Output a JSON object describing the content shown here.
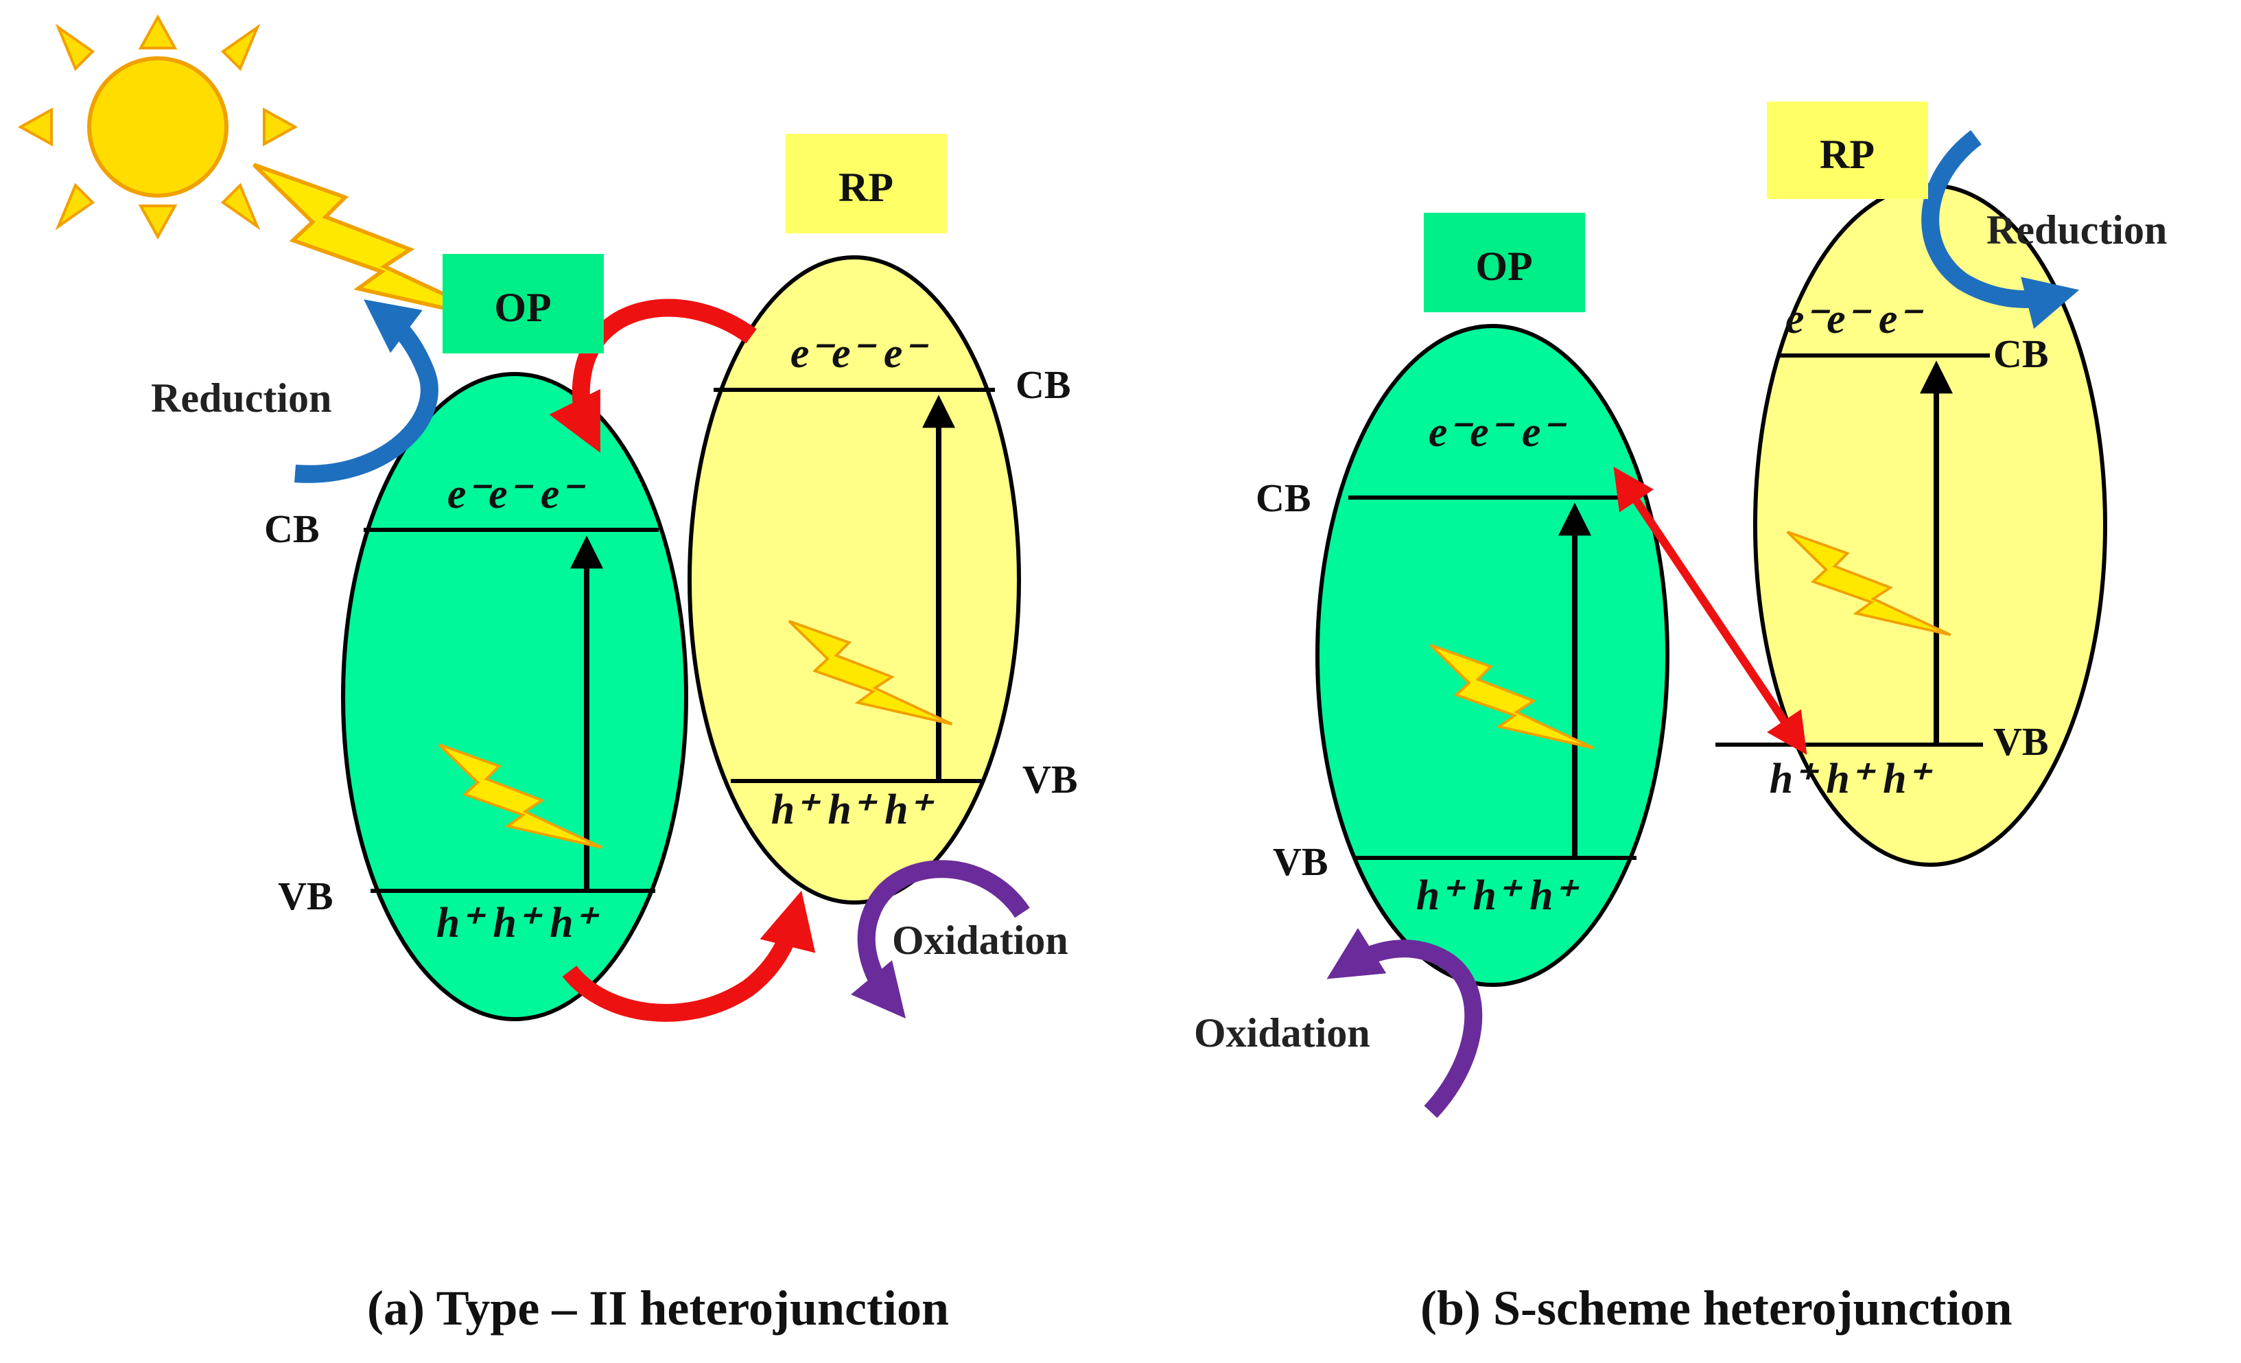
{
  "colors": {
    "oxidation_photocatalyst": "#00f79a",
    "reduction_photocatalyst": "#ffff88",
    "label_box_op": "#00ee88",
    "label_box_rp": "#ffff66",
    "electron_transfer": "#ee1111",
    "reduction_arrow": "#1f6fbf",
    "oxidation_arrow": "#6a2c9a",
    "sun": "#ffdd00",
    "lightning": "#ffe800"
  },
  "icons": [
    "sun-icon",
    "lightning-icon"
  ],
  "panel_a": {
    "op_label": "OP",
    "rp_label": "RP",
    "op_cb": "CB",
    "op_vb": "VB",
    "rp_cb": "CB",
    "rp_vb": "VB",
    "op_electrons": "e⁻e⁻ e⁻",
    "op_holes": "h⁺ h⁺ h⁺",
    "rp_electrons": "e⁻e⁻ e⁻",
    "rp_holes": "h⁺ h⁺ h⁺",
    "reduction": "Reduction",
    "oxidation": "Oxidation",
    "caption": "(a)  Type – II heterojunction"
  },
  "panel_b": {
    "op_label": "OP",
    "rp_label": "RP",
    "op_cb": "CB",
    "op_vb": "VB",
    "rp_cb": "CB",
    "rp_vb": "VB",
    "op_electrons": "e⁻e⁻ e⁻",
    "op_holes": "h⁺ h⁺ h⁺",
    "rp_electrons": "e⁻e⁻ e⁻",
    "rp_holes": "h⁺ h⁺ h⁺",
    "reduction": "Reduction",
    "oxidation": "Oxidation",
    "caption": "(b) S-scheme heterojunction"
  }
}
